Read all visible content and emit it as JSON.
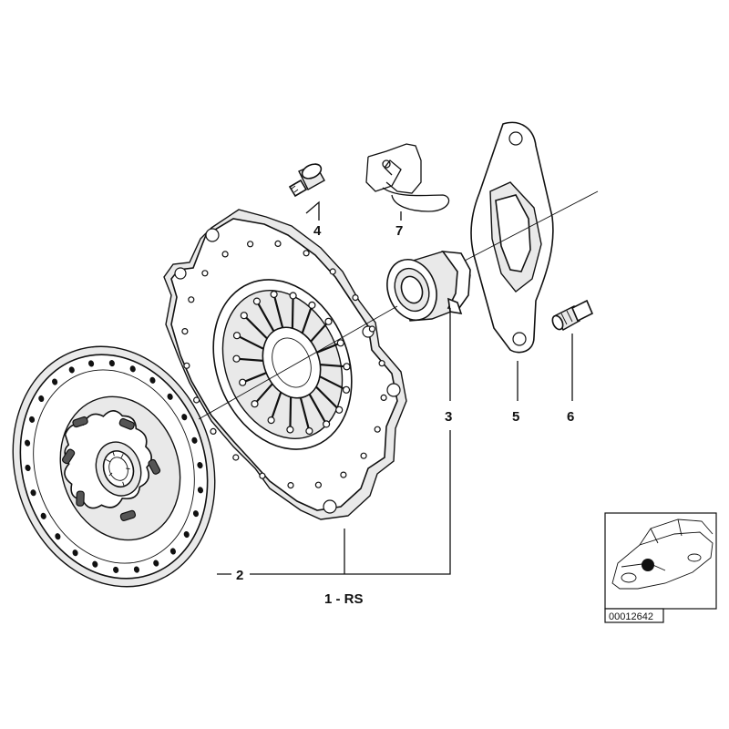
{
  "diagram": {
    "callouts": {
      "c1": "1 - RS",
      "c2": "2",
      "c3": "3",
      "c4": "4",
      "c5": "5",
      "c6": "6",
      "c7": "7"
    },
    "reference_box": {
      "image_number": "00012642",
      "icon": "car-location-icon"
    }
  }
}
